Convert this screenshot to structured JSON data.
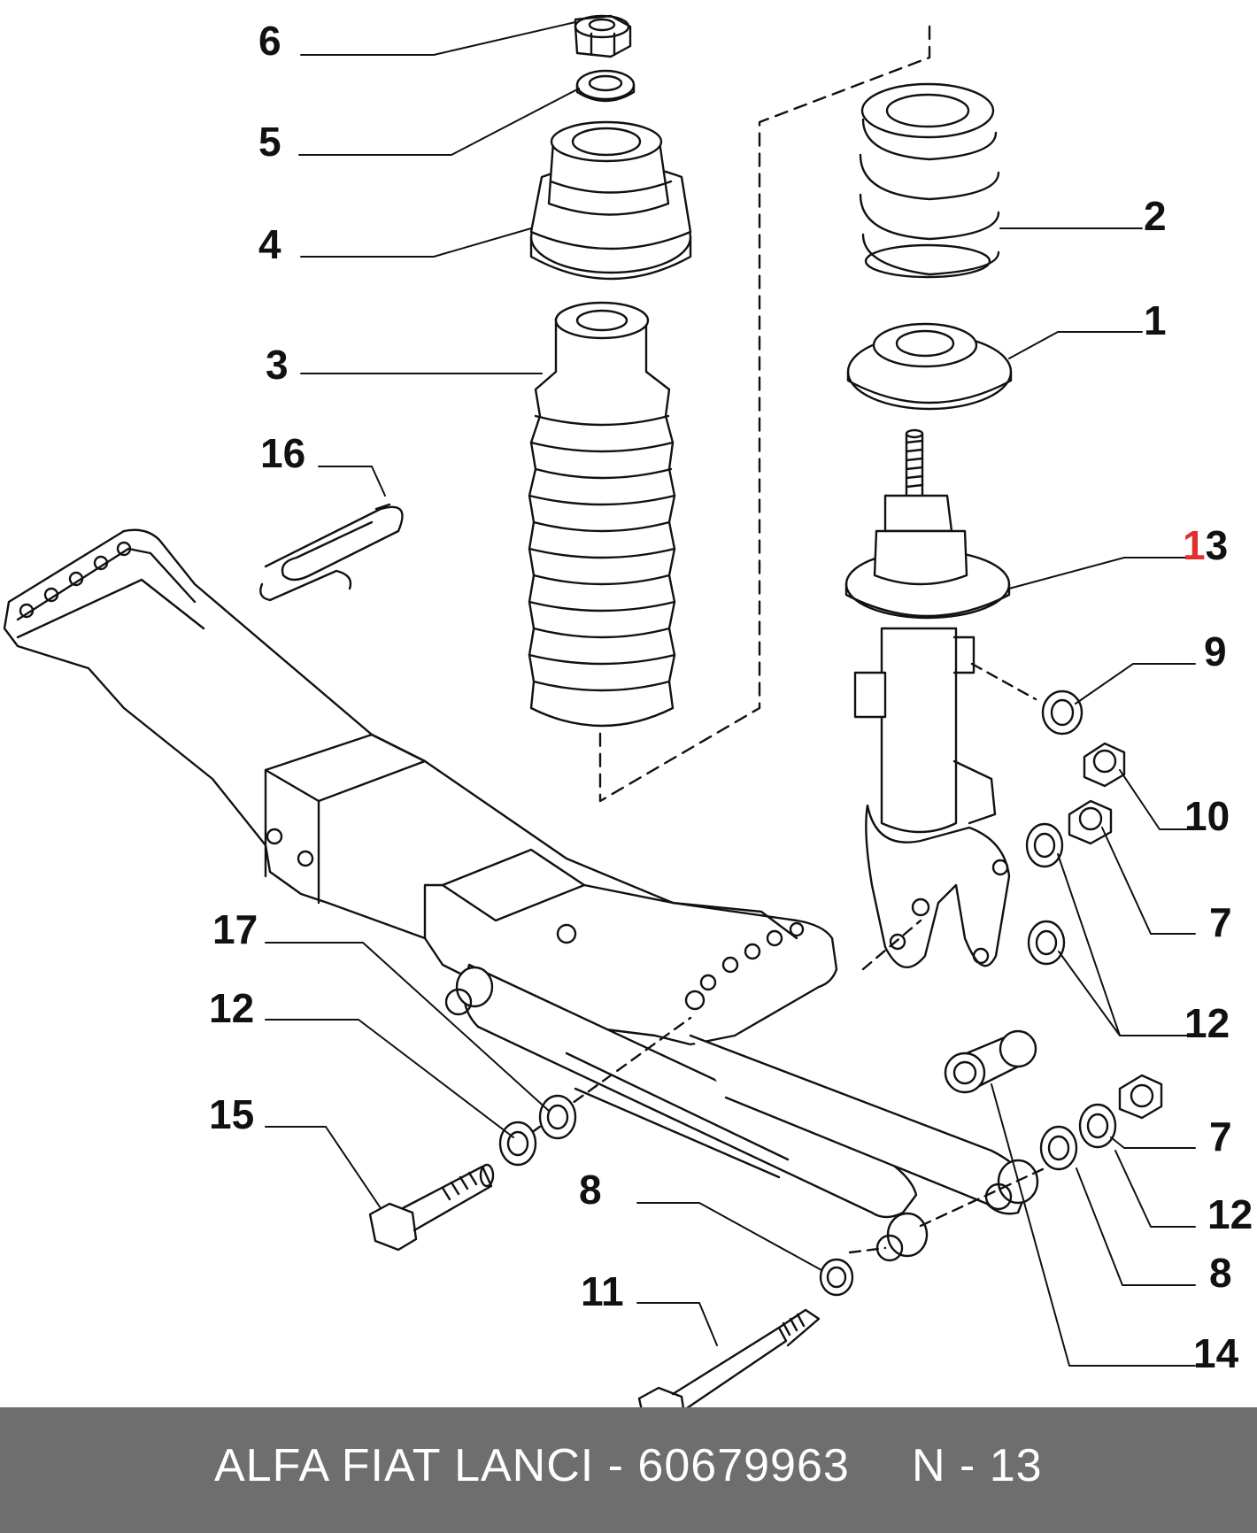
{
  "callouts": {
    "c1": "1",
    "c2": "2",
    "c3": "3",
    "c4": "4",
    "c5": "5",
    "c6": "6",
    "c7a": "7",
    "c7b": "7",
    "c8a": "8",
    "c8b": "8",
    "c9": "9",
    "c10": "10",
    "c11": "11",
    "c12a": "12",
    "c12b": "12",
    "c12c": "12",
    "c13": "13",
    "c14": "14",
    "c15": "15",
    "c16": "16",
    "c17": "17"
  },
  "highlight_color": "#e03030",
  "footer": {
    "brand_part": "ALFA FIAT LANCI - 60679963",
    "diagram_ref": "N - 13"
  }
}
